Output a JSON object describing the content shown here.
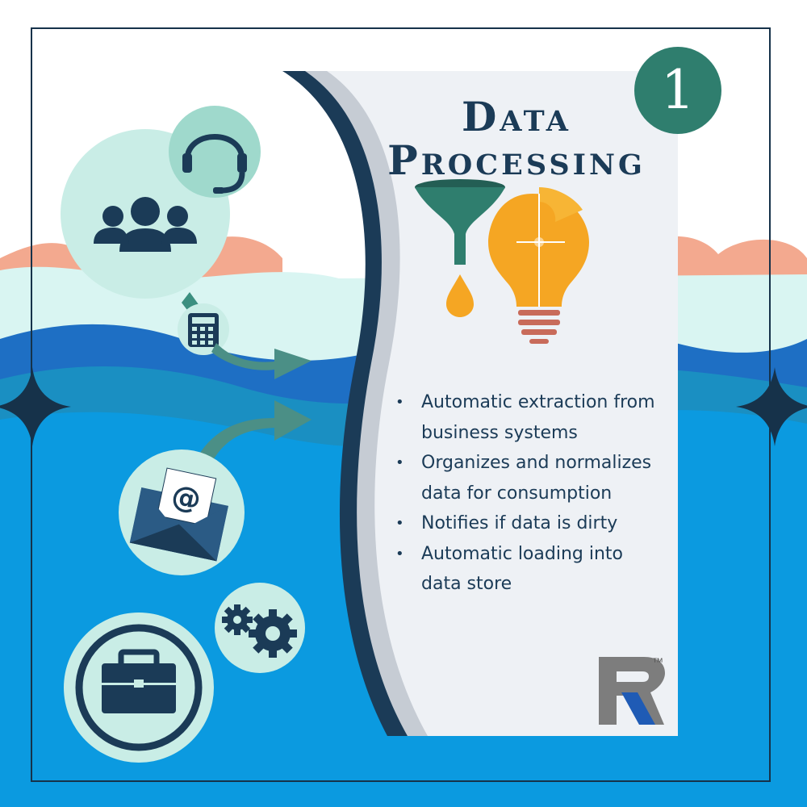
{
  "header": {
    "step_number": "1",
    "title_line1": "Data",
    "title_line2": "Processing"
  },
  "bullets": [
    {
      "text": "Automatic extraction from business systems"
    },
    {
      "text": "Organizes and normalizes data for consumption"
    },
    {
      "text": "Notifies if data is dirty"
    },
    {
      "text": "Automatic loading into data store"
    }
  ],
  "logo": {
    "trademark": "™"
  },
  "icons": [
    "headset-icon",
    "team-icon",
    "calculator-icon",
    "arrow-right-icon",
    "email-icon",
    "gears-icon",
    "briefcase-icon",
    "funnel-icon",
    "lightbulb-puzzle-icon",
    "sparkle-icon",
    "company-logo"
  ],
  "colors": {
    "navy": "#1b3b57",
    "teal_badge": "#2f7e6e",
    "funnel": "#2f7e6e",
    "bulb": "#f5a623",
    "wave_blue": "#1e6fc4",
    "sky_blue": "#0b9ae0",
    "mint": "#c9ede6",
    "salmon": "#f3a98f",
    "panel": "#eef1f5"
  }
}
